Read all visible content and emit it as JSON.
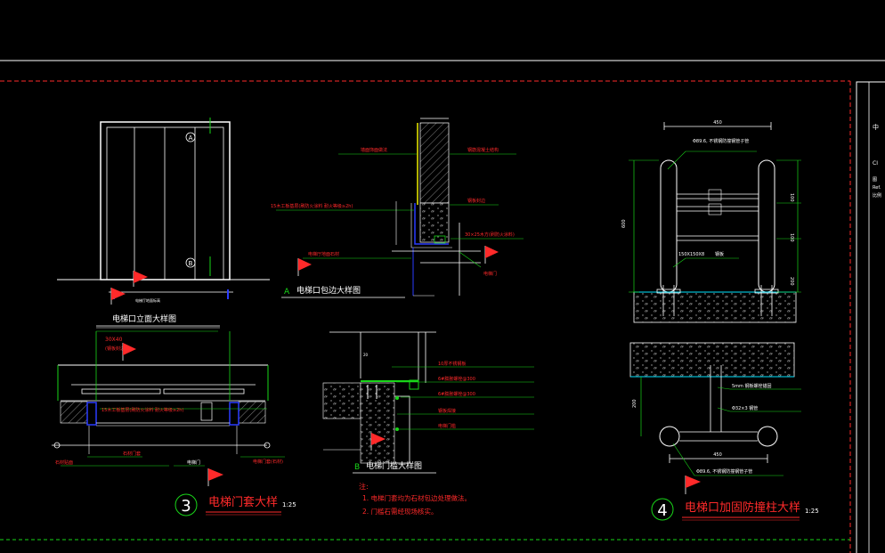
{
  "colors": {
    "background": "#000000",
    "white": "#ffffff",
    "red": "#ff2a2a",
    "green": "#19d619",
    "yellow": "#ffff00",
    "blue": "#2a3cff",
    "cyan": "#00e5ff",
    "magenta": "#ff33cc"
  },
  "elevation": {
    "title": "电梯口立面大样图",
    "marker_top": "A",
    "marker_bottom": "B",
    "floor_note": "电梯厅地面标高"
  },
  "door_frame": {
    "number": "3",
    "title": "电梯门套大样",
    "scale": "1:25",
    "labels": {
      "top_left_1": "30X40",
      "top_left_2": "(钢板封边)",
      "middle": "15木工板基层(刷防火涂料 耐火等级≥2h)",
      "bottom_1": "石材贴面",
      "bottom_2": "石材门套",
      "bottom_3": "电梯门",
      "right_bottom": "电梯门套(石材)"
    }
  },
  "detail_a": {
    "marker": "A",
    "title": "电梯口包边大样图",
    "labels": {
      "top_left": "墙面饰面做法",
      "top_right": "钢筋混凝土结构",
      "left_mid": "15木工板基层(刷防火涂料 耐火等级≥2h)",
      "right_mid": "钢板封边",
      "right_lower": "30×25木方(刷防火涂料)",
      "left_lower": "电梯厅地面石材",
      "right_bottom": "电梯门"
    }
  },
  "detail_b": {
    "marker": "B",
    "title": "电梯门槛大样图",
    "labels": [
      "10厚不锈钢板",
      "6#膨胀螺栓@300",
      "6#膨胀螺栓@300",
      "钢板焊接",
      "电梯门槛"
    ],
    "notes_heading": "注:",
    "notes": [
      "1. 电梯门套均为石材包边处理做法。",
      "2. 门槛石需经现场核实。"
    ]
  },
  "bollard": {
    "number": "4",
    "title": "电梯口加固防撞柱大样",
    "scale": "1:25",
    "dims": {
      "top_width": "450",
      "bottom_width": "450",
      "total_height": "600",
      "seg_top": "100",
      "seg_mid": "100",
      "seg_bottom": "200",
      "plan_height": "200"
    },
    "labels": {
      "top_pipe": "Φ89.6, 不锈钢防撞钢管子管",
      "base_plate": "150X150X8",
      "base_plate_note": "钢板",
      "anchor": "5mm 钢板螺栓锚固",
      "rod": "Φ32×3 钢管",
      "bottom_pipe": "Φ89.6, 不锈钢防撞钢管子管"
    }
  },
  "title_block": {
    "t1": "中",
    "t2": "CI",
    "t3": "图",
    "t4": "Ref.",
    "t5": "比例"
  }
}
